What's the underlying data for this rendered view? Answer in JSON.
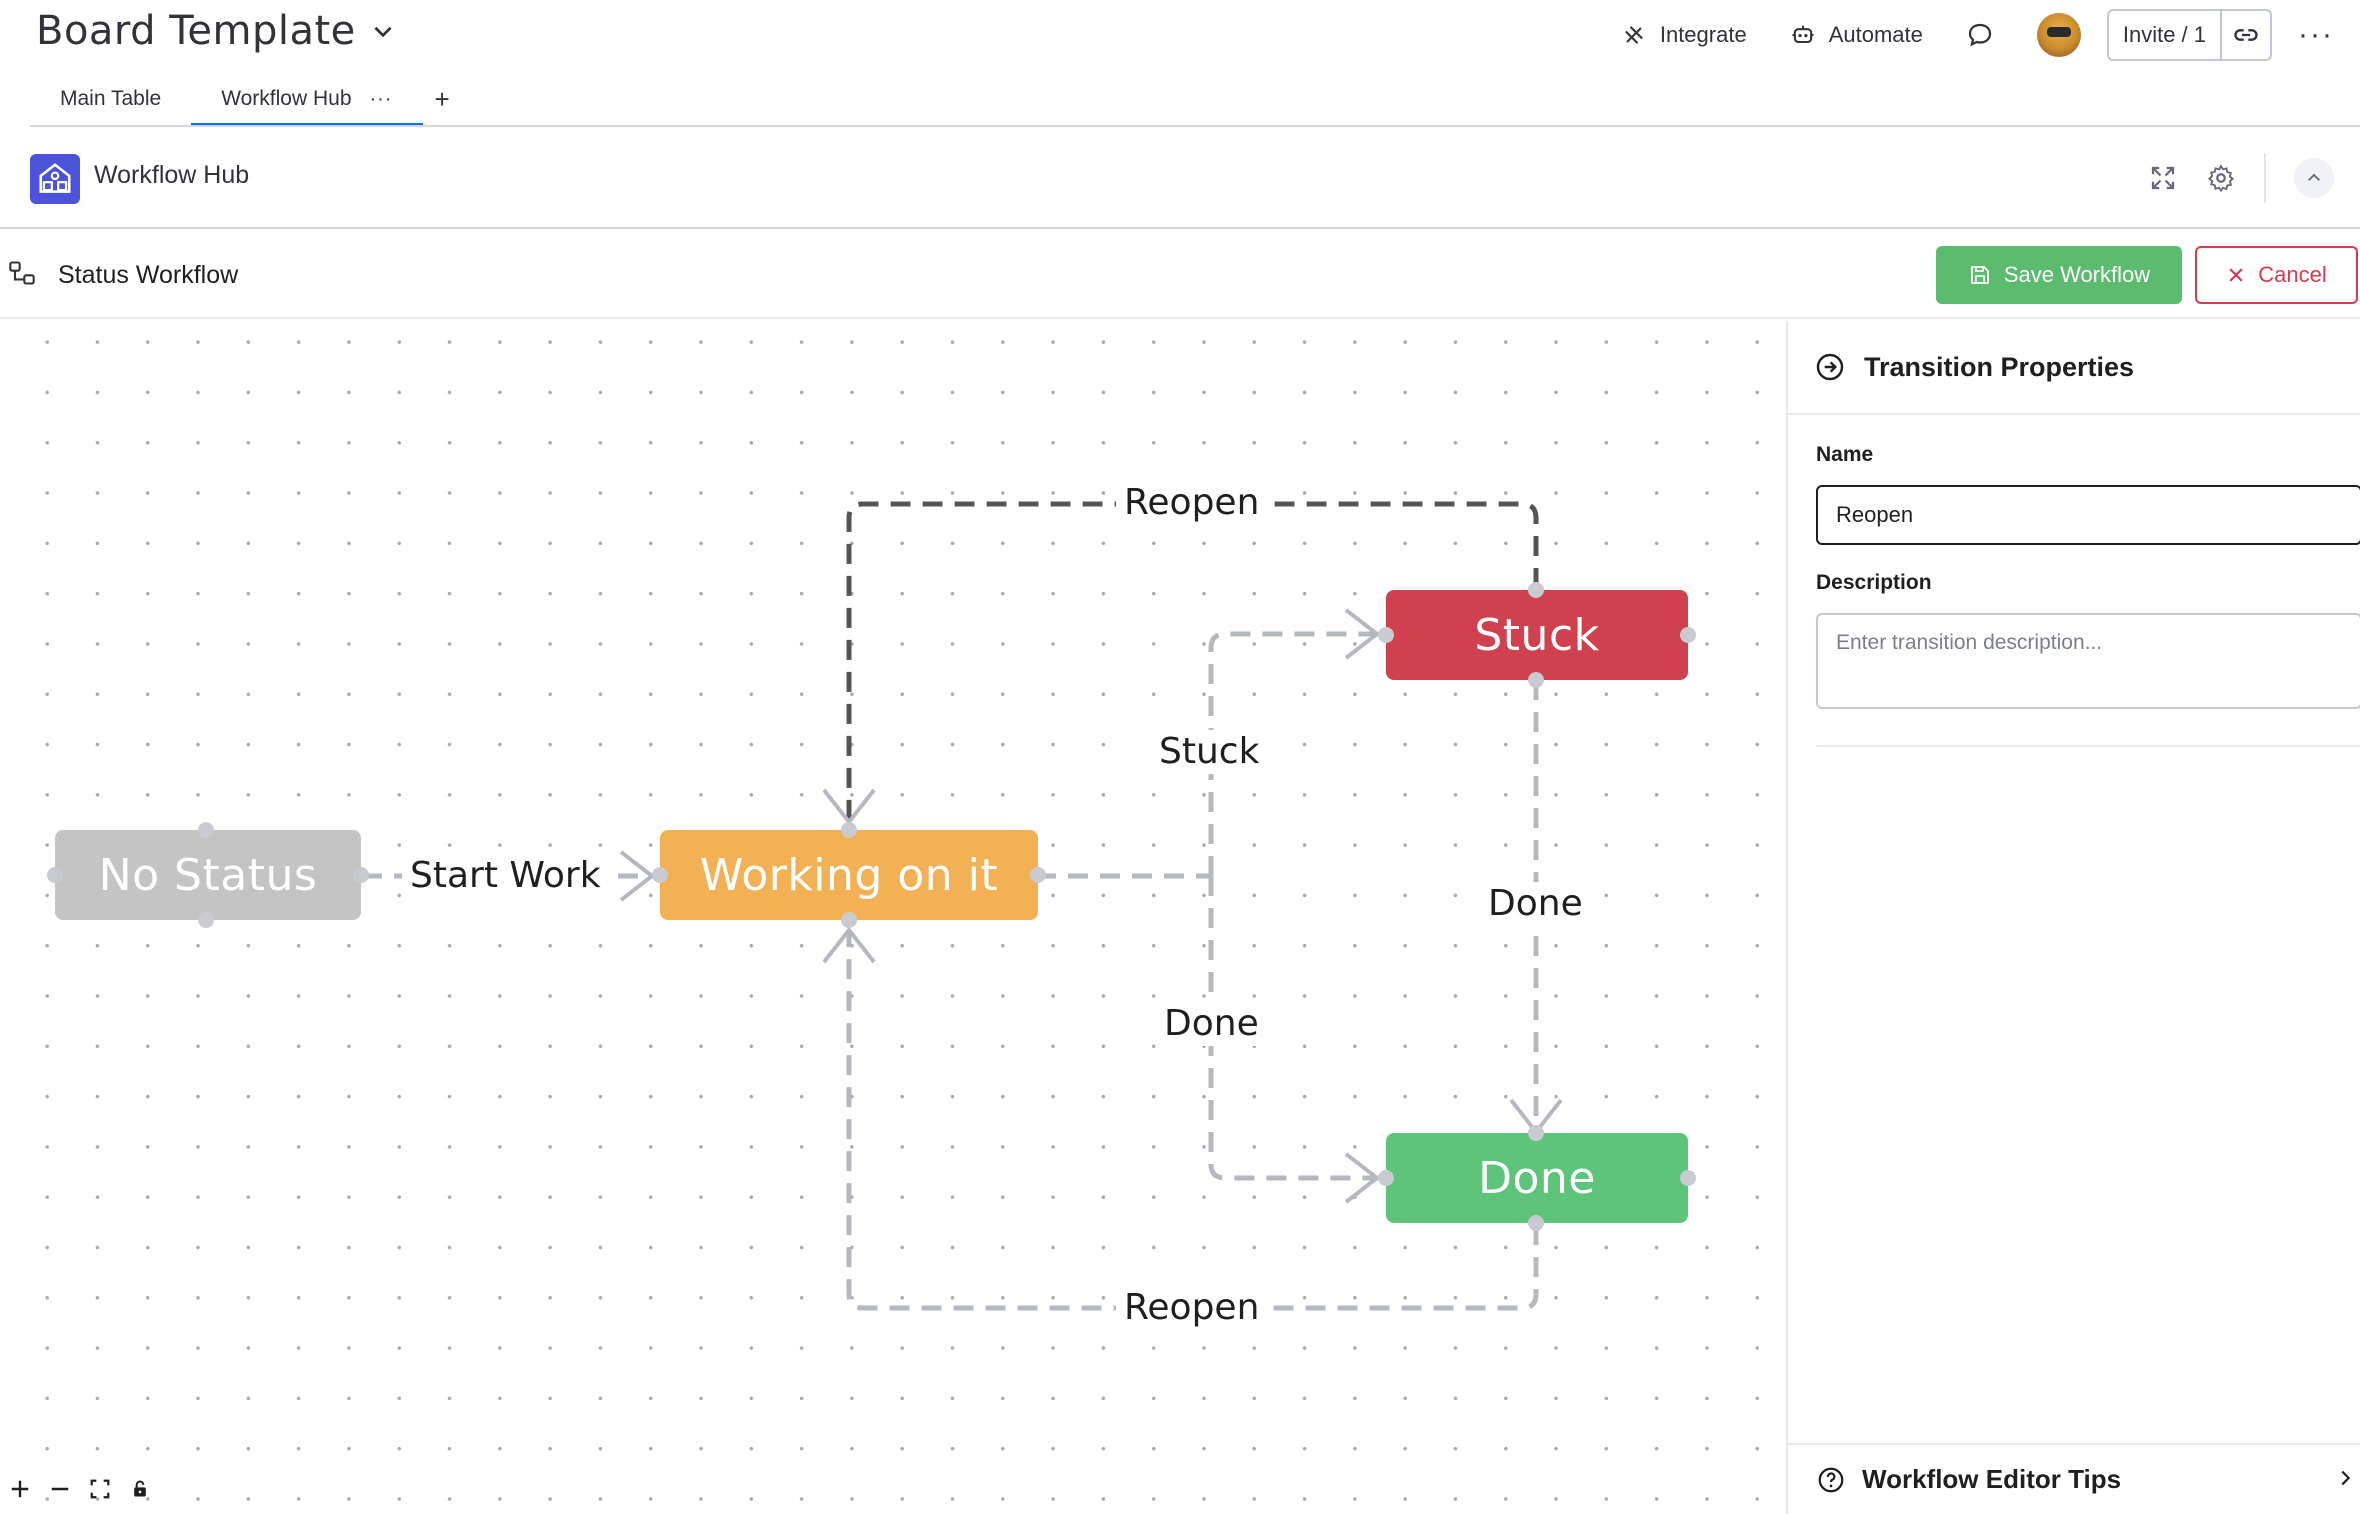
{
  "header": {
    "board_title": "Board Template",
    "integrate_label": "Integrate",
    "automate_label": "Automate",
    "invite_label": "Invite / 1"
  },
  "tabs": [
    {
      "label": "Main Table"
    },
    {
      "label": "Workflow Hub"
    }
  ],
  "widget": {
    "title": "Workflow Hub"
  },
  "workflow": {
    "title": "Status Workflow",
    "save_label": "Save Workflow",
    "cancel_label": "Cancel"
  },
  "statuses": {
    "no_status": {
      "label": "No Status",
      "color": "#c4c4c4"
    },
    "working": {
      "label": "Working on it",
      "color": "#f3b155"
    },
    "stuck": {
      "label": "Stuck",
      "color": "#d0414f"
    },
    "done": {
      "label": "Done",
      "color": "#5ec47a"
    }
  },
  "transitions": {
    "start_work": "Start Work",
    "reopen_top": "Reopen",
    "stuck": "Stuck",
    "done_from_working": "Done",
    "done_from_stuck": "Done",
    "reopen_bottom": "Reopen"
  },
  "panel": {
    "title": "Transition Properties",
    "name_label": "Name",
    "name_value": "Reopen",
    "description_label": "Description",
    "description_placeholder": "Enter transition description...",
    "tips_label": "Workflow Editor Tips"
  },
  "colors": {
    "accent": "#0073ea",
    "save": "#5cbb6e",
    "cancel": "#d83a52",
    "widget_logo": "#4b53d9"
  }
}
